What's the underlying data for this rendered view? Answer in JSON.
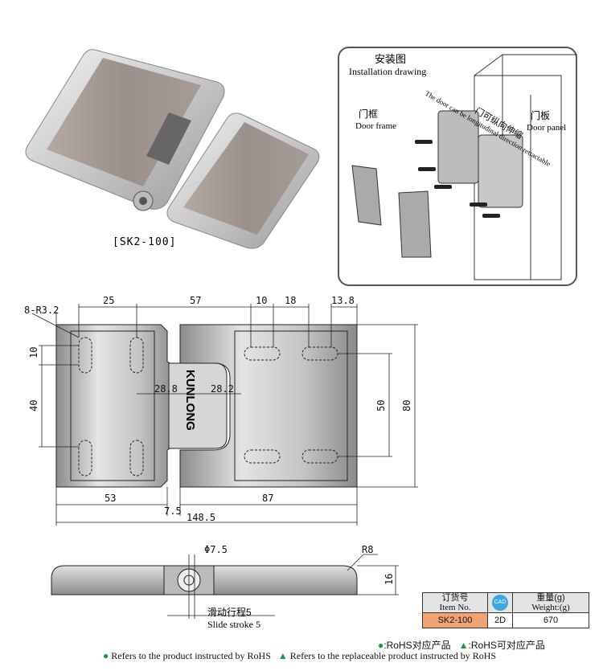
{
  "product_photo": {
    "caption": "[SK2-100]"
  },
  "installation": {
    "title_cn": "安装图",
    "title_en": "Installation drawing",
    "door_frame_cn": "门框",
    "door_frame_en": "Door frame",
    "door_panel_cn": "门板",
    "door_panel_en": "Door panel",
    "note_cn": "门可纵向伸缩",
    "note_en": "The door can be longitudinal direction retractable"
  },
  "drawing": {
    "brand": "KUNLONG",
    "dims": {
      "hole_spec": "8-R3.2",
      "d25": "25",
      "d57": "57",
      "d10a": "10",
      "d18": "18",
      "d13_8": "13.8",
      "d10b": "10",
      "d40": "40",
      "d28_8": "28.8",
      "d28_2": "28.2",
      "d50": "50",
      "d80": "80",
      "d53": "53",
      "d7_5": "7.5",
      "d87": "87",
      "d148_5": "148.5",
      "phi": "Φ7.5",
      "r8": "R8",
      "d16": "16",
      "slide_cn": "滑动行程5",
      "slide_en": "Slide stroke 5"
    }
  },
  "order_table": {
    "col1_cn": "订货号",
    "col1_en": "Item No.",
    "cad_label": "CAD",
    "col3_cn": "重量(g)",
    "col3_en": "Weight:(g)",
    "item": "SK2-100",
    "type": "2D",
    "weight": "670"
  },
  "legend": {
    "rohs_cn": ":RoHS对应产品",
    "rohs_alt_cn": ":RoHS可对应产品",
    "rohs_en": "Refers to the product instructed by RoHS",
    "rohs_alt_en": "Refers to the replaceable product instructed by RoHS",
    "colors": {
      "circle": "#1a9a3a",
      "triangle": "#1a9a3a",
      "accent": "#f0a474"
    }
  }
}
